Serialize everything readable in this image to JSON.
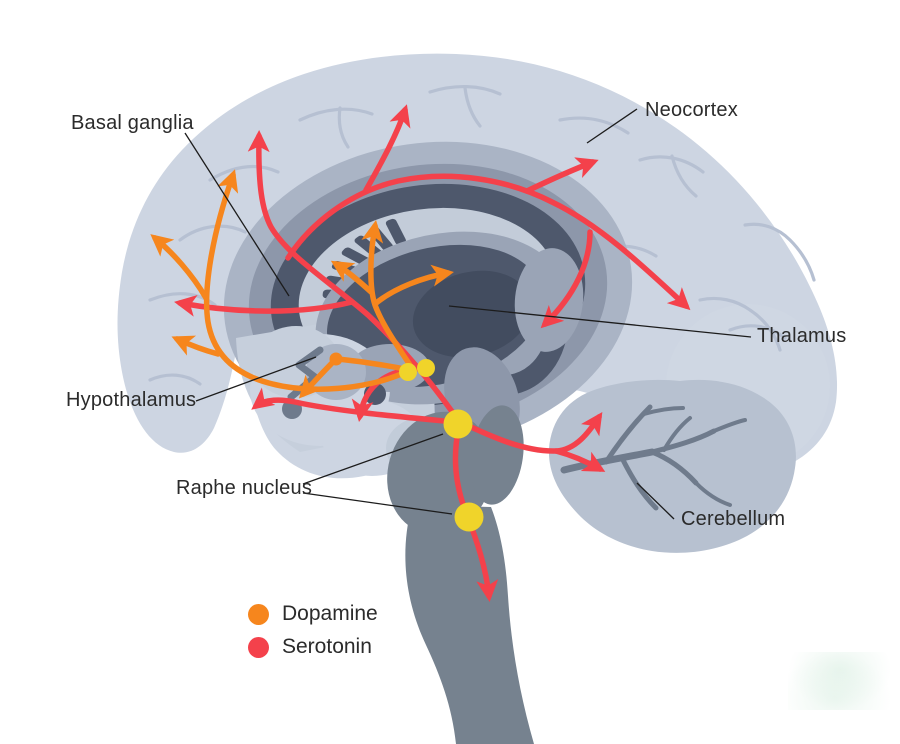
{
  "figure": {
    "kind": "brain neurotransmitter pathways diagram",
    "pathway_note": "orange arrows = dopamine projections, red arrows = serotonin projections from raphe nuclei"
  },
  "labels": {
    "basal_ganglia": "Basal ganglia",
    "neocortex": "Neocortex",
    "thalamus": "Thalamus",
    "hypothalamus": "Hypothalamus",
    "raphe_nucleus": "Raphe nucleus",
    "cerebellum": "Cerebellum"
  },
  "legend": {
    "dopamine": {
      "label": "Dopamine",
      "color": "#F6861D"
    },
    "serotonin": {
      "label": "Serotonin",
      "color": "#F4414B"
    }
  },
  "colors": {
    "background": "#FFFFFF",
    "cortex": "#CDD5E2",
    "gyri_line": "#B6C0D2",
    "ring_mid": "#AAB4C5",
    "ring_dark": "#8D97AA",
    "deep_structures": "#4E586C",
    "inner_light": "#C3CCD9",
    "halo": "#9AA4B6",
    "brainstem": "#76828F",
    "cerebellum_body": "#B7C1D0",
    "arbor_vitae": "#6F7B8C",
    "dopamine": "#F6861D",
    "serotonin": "#F4414B",
    "raphe_marker_yellow": "#F0D42A",
    "label_text": "#2B2B2B",
    "leader_line": "#1C1C1C"
  }
}
